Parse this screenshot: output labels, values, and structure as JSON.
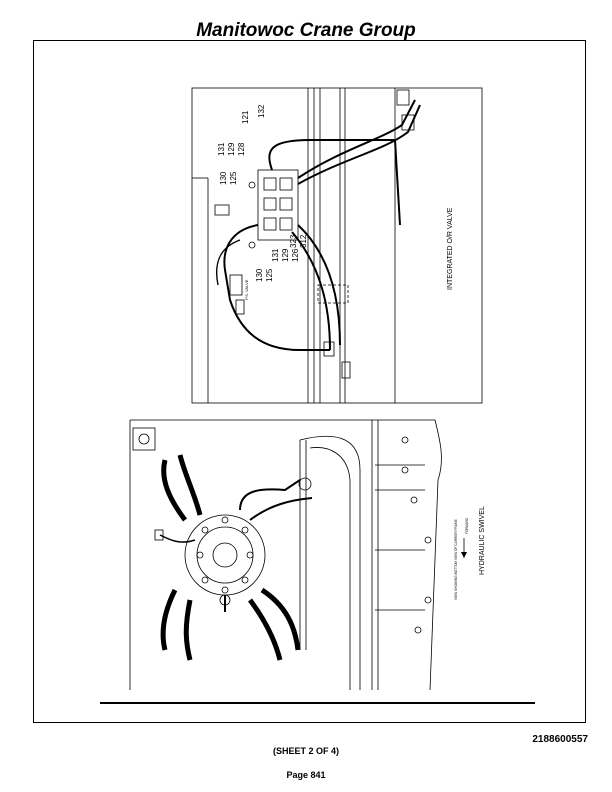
{
  "header": {
    "title": "Manitowoc Crane Group"
  },
  "drawing": {
    "top_view": {
      "caption": "INTEGRATED O/R VALVE",
      "callouts_upper": [
        "121",
        "132",
        "131",
        "129",
        "128",
        "130",
        "125"
      ],
      "callouts_lower": [
        "323",
        "312",
        "131",
        "129",
        "126",
        "130",
        "125"
      ]
    },
    "bottom_view": {
      "caption": "HYDRAULIC SWIVEL",
      "note": "VIEW SHOWING BOTTOM VIEW OF CARRIER FRAME",
      "arrow_label": "FORWARD"
    }
  },
  "footer": {
    "document_number": "2188600557",
    "sheet": "(SHEET 2 OF 4)",
    "page": "Page 841"
  }
}
